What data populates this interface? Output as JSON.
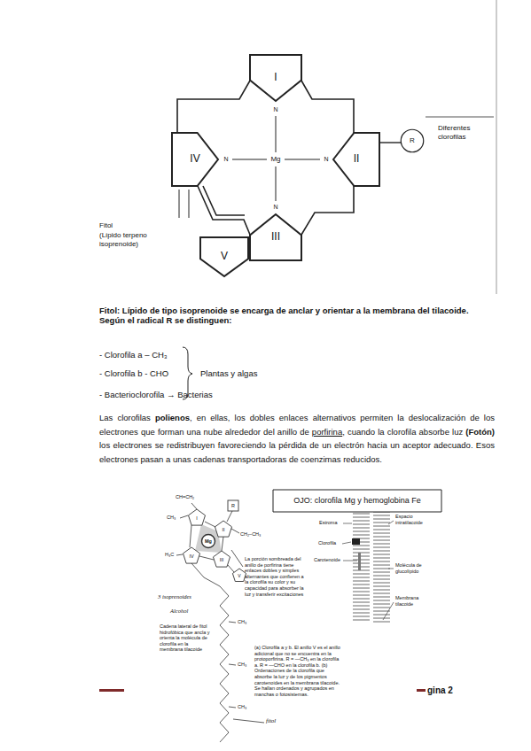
{
  "diagram": {
    "nodes": [
      {
        "text": [
          "I"
        ]
      },
      {
        "text": [
          "II"
        ]
      },
      {
        "text": [
          "III"
        ]
      },
      {
        "text": [
          "IV"
        ]
      },
      {
        "text": [
          "V"
        ]
      },
      {
        "text": [
          "R"
        ]
      },
      {
        "text": [
          "OJO: clorofila Mg y hemoglobina Fe"
        ]
      }
    ],
    "edges": [
      {
        "from": 1,
        "to": 5,
        "arrow": "none"
      }
    ],
    "labels": [
      "Diferentes clorofilas",
      "Fitol",
      "(Lípido terpeno isoprenoide)",
      "Mg",
      "N",
      "N",
      "N",
      "N",
      "Fitol: Lípido de tipo isoprenoide se encarga de anclar y orientar a la membrana del tilacoide. Según el radical R se distinguen:",
      "- Clorofila a – CH₃",
      "- Clorofila b - CHO",
      "Plantas y algas",
      "- Bacterioclorofila → Bacterias",
      "Las clorofilas ",
      "polienos",
      ", en ellas, los dobles enlaces alternativos permiten la deslocalización de los electrones que forman una nube alrededor del anillo de ",
      "porfirina",
      ", cuando la clorofila absorbe luz ",
      "(Fotón)",
      " los electrones se redistribuyen favoreciendo la pérdida de un electrón hacia un aceptor adecuado. Esos electrones pasan a unas cadenas transportadoras de coenzimas reducidos.",
      "I",
      "II",
      "III",
      "IV",
      "V",
      "R",
      "Mg",
      "CH=CH₂",
      "CH₃",
      "CH₂–CH₃",
      "H₃C",
      "CH₃",
      "CH₃",
      "CH₃",
      "3 isoprenoides",
      "Alcohol",
      "Cadena lateral de fitol hidrofóbica que ancla y orienta la molécula de clorofila en la membrana tilacoide",
      "La porción sombreada del anillo de porfirina tiene enlaces dobles y simples alternantes que confieren a la clorofila su color y su capacidad para absorber la luz y transferir excitaciones",
      "(a) Clorofila a y b. El anillo V es el anillo adicional que no se encuentra en la protoporfirina. R = —CH₃ en la clorofila a. R = —CHO en la clorofila b. (b) Ordenaciones de la clorofila que absorbe la luz y de los pigmentos carotenoides en la membrana tilacoide. Se hallan ordenados y agrupados en manchas o fotosistemas.",
      "fitol",
      "Estroma",
      "Espacio intratilacoide",
      "Clorofila",
      "Carotenoide",
      "Molécula de glucolípido",
      "Membrana tilacoide",
      "gina 2"
    ]
  }
}
